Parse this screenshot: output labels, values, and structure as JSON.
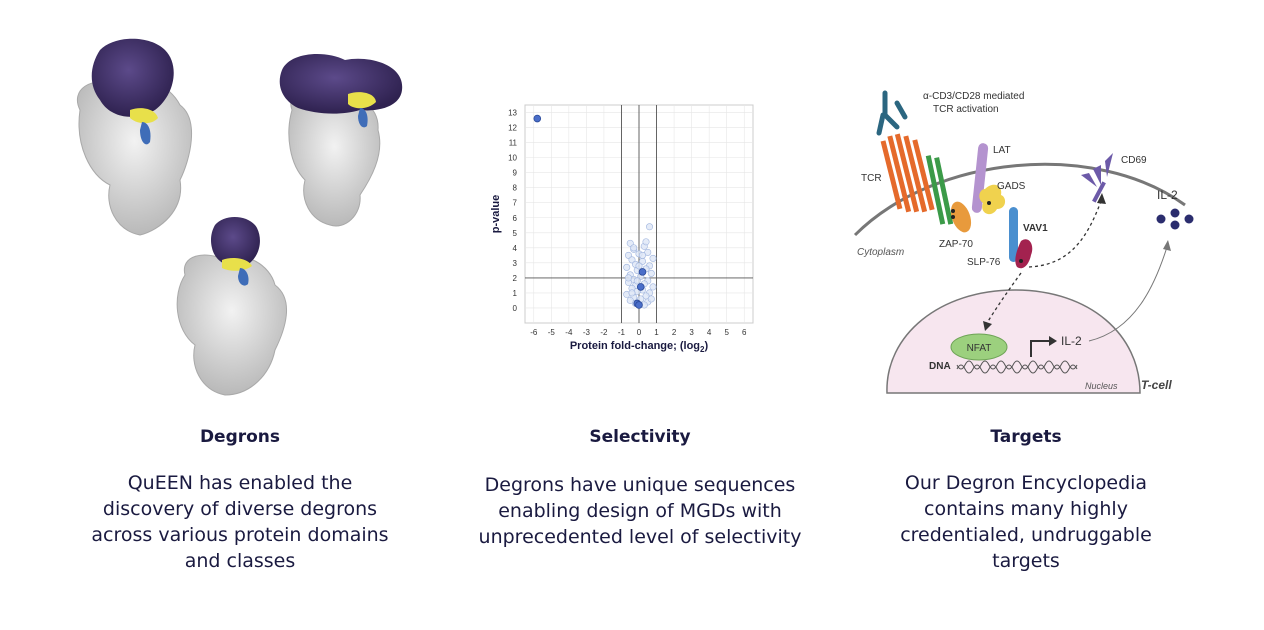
{
  "columns": [
    {
      "title": "Degrons",
      "description": "QuEEN has enabled the\ndiscovery of diverse degrons\nacross various protein domains\nand classes"
    },
    {
      "title": "Selectivity",
      "description": "Degrons have unique sequences\nenabling design of MGDs with\nunprecedented level of selectivity"
    },
    {
      "title": "Targets",
      "description": "Our Degron Encyclopedia\ncontains many highly\ncredentialed, undruggable\ntargets"
    }
  ],
  "chart_data": {
    "type": "scatter",
    "xlabel": "Protein fold-change; (log",
    "xlabel_sub": "2",
    "xlabel_end": ")",
    "ylabel": "p-value",
    "xlim": [
      -6.5,
      6.5
    ],
    "ylim": [
      -1,
      13.5
    ],
    "x_ticks": [
      -6,
      -5,
      -4,
      -3,
      -2,
      -1,
      0,
      1,
      2,
      3,
      4,
      5,
      6
    ],
    "y_ticks": [
      0,
      1,
      2,
      3,
      4,
      5,
      6,
      7,
      8,
      9,
      10,
      11,
      12,
      13
    ],
    "vlines": [
      -1,
      0,
      1
    ],
    "hline": 2,
    "highlighted": [
      {
        "x": -5.8,
        "y": 12.6
      },
      {
        "x": 0.2,
        "y": 2.4
      },
      {
        "x": 0.1,
        "y": 1.4
      },
      {
        "x": -0.1,
        "y": 0.3
      },
      {
        "x": 0.0,
        "y": 0.2
      }
    ],
    "background": [
      {
        "x": -0.5,
        "y": 4.3
      },
      {
        "x": 0.3,
        "y": 4.1
      },
      {
        "x": 0.6,
        "y": 5.4
      },
      {
        "x": -0.3,
        "y": 3.9
      },
      {
        "x": 0.5,
        "y": 3.7
      },
      {
        "x": -0.6,
        "y": 3.5
      },
      {
        "x": 0.0,
        "y": 3.6
      },
      {
        "x": 0.8,
        "y": 3.3
      },
      {
        "x": -0.4,
        "y": 3.2
      },
      {
        "x": 0.2,
        "y": 3.1
      },
      {
        "x": -0.2,
        "y": 2.9
      },
      {
        "x": 0.6,
        "y": 2.8
      },
      {
        "x": -0.7,
        "y": 2.7
      },
      {
        "x": 0.4,
        "y": 2.6
      },
      {
        "x": -0.1,
        "y": 2.5
      },
      {
        "x": 0.7,
        "y": 2.3
      },
      {
        "x": -0.5,
        "y": 2.2
      },
      {
        "x": 0.1,
        "y": 2.1
      },
      {
        "x": -0.3,
        "y": 1.9
      },
      {
        "x": 0.5,
        "y": 1.8
      },
      {
        "x": -0.6,
        "y": 1.7
      },
      {
        "x": 0.3,
        "y": 1.6
      },
      {
        "x": -0.2,
        "y": 1.5
      },
      {
        "x": 0.8,
        "y": 1.4
      },
      {
        "x": -0.4,
        "y": 1.3
      },
      {
        "x": 0.2,
        "y": 1.2
      },
      {
        "x": -0.1,
        "y": 1.1
      },
      {
        "x": 0.6,
        "y": 1.0
      },
      {
        "x": -0.7,
        "y": 0.9
      },
      {
        "x": 0.4,
        "y": 0.8
      },
      {
        "x": -0.3,
        "y": 0.7
      },
      {
        "x": 0.1,
        "y": 0.6
      },
      {
        "x": -0.5,
        "y": 0.5
      },
      {
        "x": 0.5,
        "y": 0.4
      },
      {
        "x": -0.2,
        "y": 0.3
      },
      {
        "x": 0.3,
        "y": 0.2
      },
      {
        "x": -0.4,
        "y": 1.0
      },
      {
        "x": 0.7,
        "y": 0.6
      },
      {
        "x": -0.6,
        "y": 2.0
      },
      {
        "x": 0.0,
        "y": 2.8
      },
      {
        "x": 0.2,
        "y": 3.5
      },
      {
        "x": -0.3,
        "y": 4.0
      },
      {
        "x": 0.4,
        "y": 4.4
      },
      {
        "x": -0.1,
        "y": 1.8
      }
    ],
    "colors": {
      "highlight": "#4a6ec9",
      "background_fill": "#dde6f6",
      "background_stroke": "#9fb4de",
      "grid": "#e6e6e6",
      "axis": "#555555"
    }
  },
  "diagram": {
    "labels": {
      "activation": "α-CD3/CD28 mediated",
      "activation2": "TCR activation",
      "tcr": "TCR",
      "lat": "LAT",
      "gads": "GADS",
      "cd69": "CD69",
      "il2_out": "IL-2",
      "cytoplasm": "Cytoplasm",
      "zap70": "ZAP-70",
      "vav1": "VAV1",
      "slp76": "SLP-76",
      "nfat": "NFAT",
      "il2_gene": "IL-2",
      "dna": "DNA",
      "nucleus": "Nucleus",
      "tcell": "T-cell"
    }
  }
}
